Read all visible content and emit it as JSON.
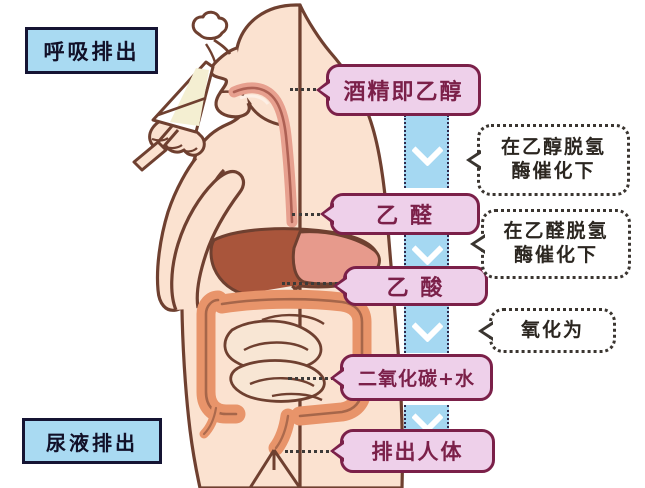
{
  "diagram": {
    "title_alt": "酒精在人体内的代谢过程",
    "colors": {
      "blue_box_fill": "#a9daf2",
      "blue_box_border": "#151433",
      "pink_fill": "#eed0ea",
      "pink_border": "#7b2049",
      "arrow_strip": "#a5d8f2",
      "callout_border": "#3a3530",
      "skin": "#fbe0cd",
      "liver": "#a9553b",
      "stomach": "#e79a8c",
      "intestine": "#e8946a"
    }
  },
  "side_labels": {
    "breath": "呼吸排出",
    "urine": "尿液排出"
  },
  "stages": [
    {
      "id": "ethanol",
      "label": "酒精即乙醇"
    },
    {
      "id": "acetaldehyde",
      "label": "乙 醛"
    },
    {
      "id": "acetic",
      "label": "乙 酸"
    },
    {
      "id": "co2water",
      "label": "二氧化碳+水"
    },
    {
      "id": "excreted",
      "label": "排出人体"
    }
  ],
  "callouts": [
    {
      "id": "adh",
      "line1": "在乙醇脱氢",
      "line2": "酶催化下"
    },
    {
      "id": "aldh",
      "line1": "在乙醛脱氢",
      "line2": "酶催化下"
    },
    {
      "id": "ox",
      "line1": "氧化为",
      "line2": ""
    }
  ]
}
